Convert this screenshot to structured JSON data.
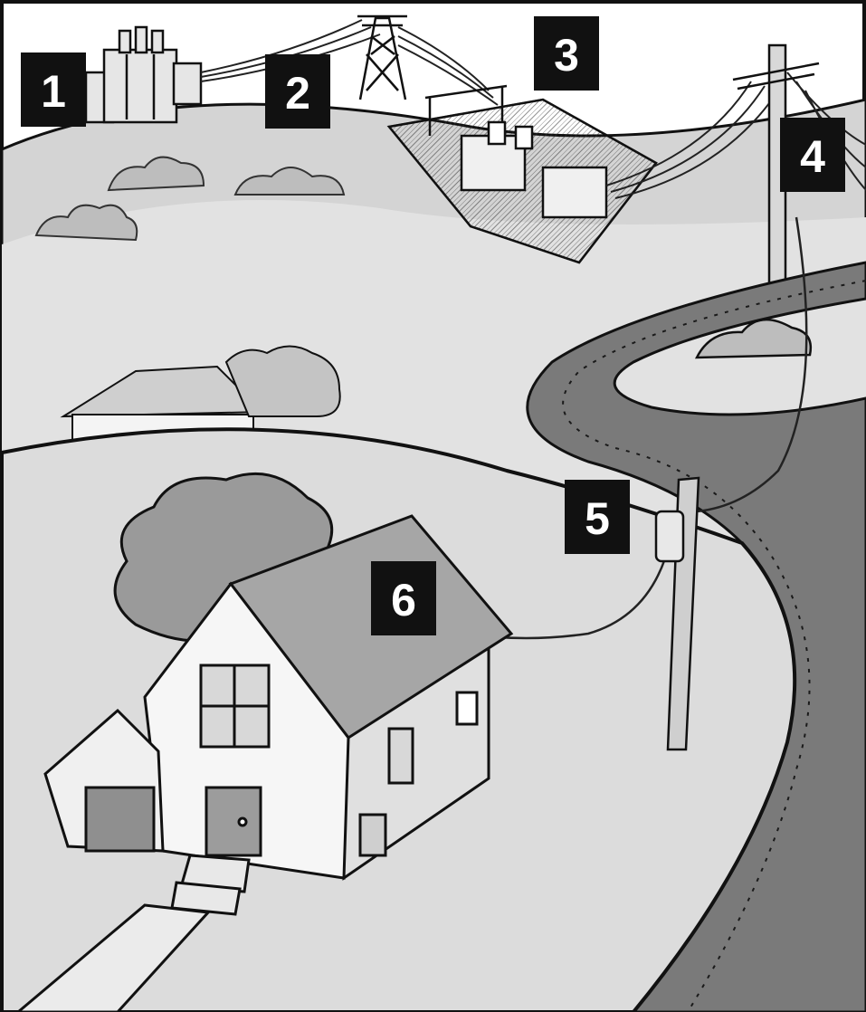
{
  "labels": [
    {
      "id": "1",
      "text": "1"
    },
    {
      "id": "2",
      "text": "2"
    },
    {
      "id": "3",
      "text": "3"
    },
    {
      "id": "4",
      "text": "4"
    },
    {
      "id": "5",
      "text": "5"
    },
    {
      "id": "6",
      "text": "6"
    }
  ],
  "colors": {
    "background": "#ffffff",
    "hill_far": "#d4d4d4",
    "hill_mid": "#e2e2e2",
    "hill_near": "#dcdcdc",
    "road": "#7a7a7a",
    "ink": "#111111",
    "label_box": "#111111",
    "label_text": "#ffffff"
  },
  "icons": [
    "power-plant-icon",
    "transmission-tower-icon",
    "substation-icon",
    "utility-pole-icon",
    "transformer-icon",
    "house-icon"
  ]
}
